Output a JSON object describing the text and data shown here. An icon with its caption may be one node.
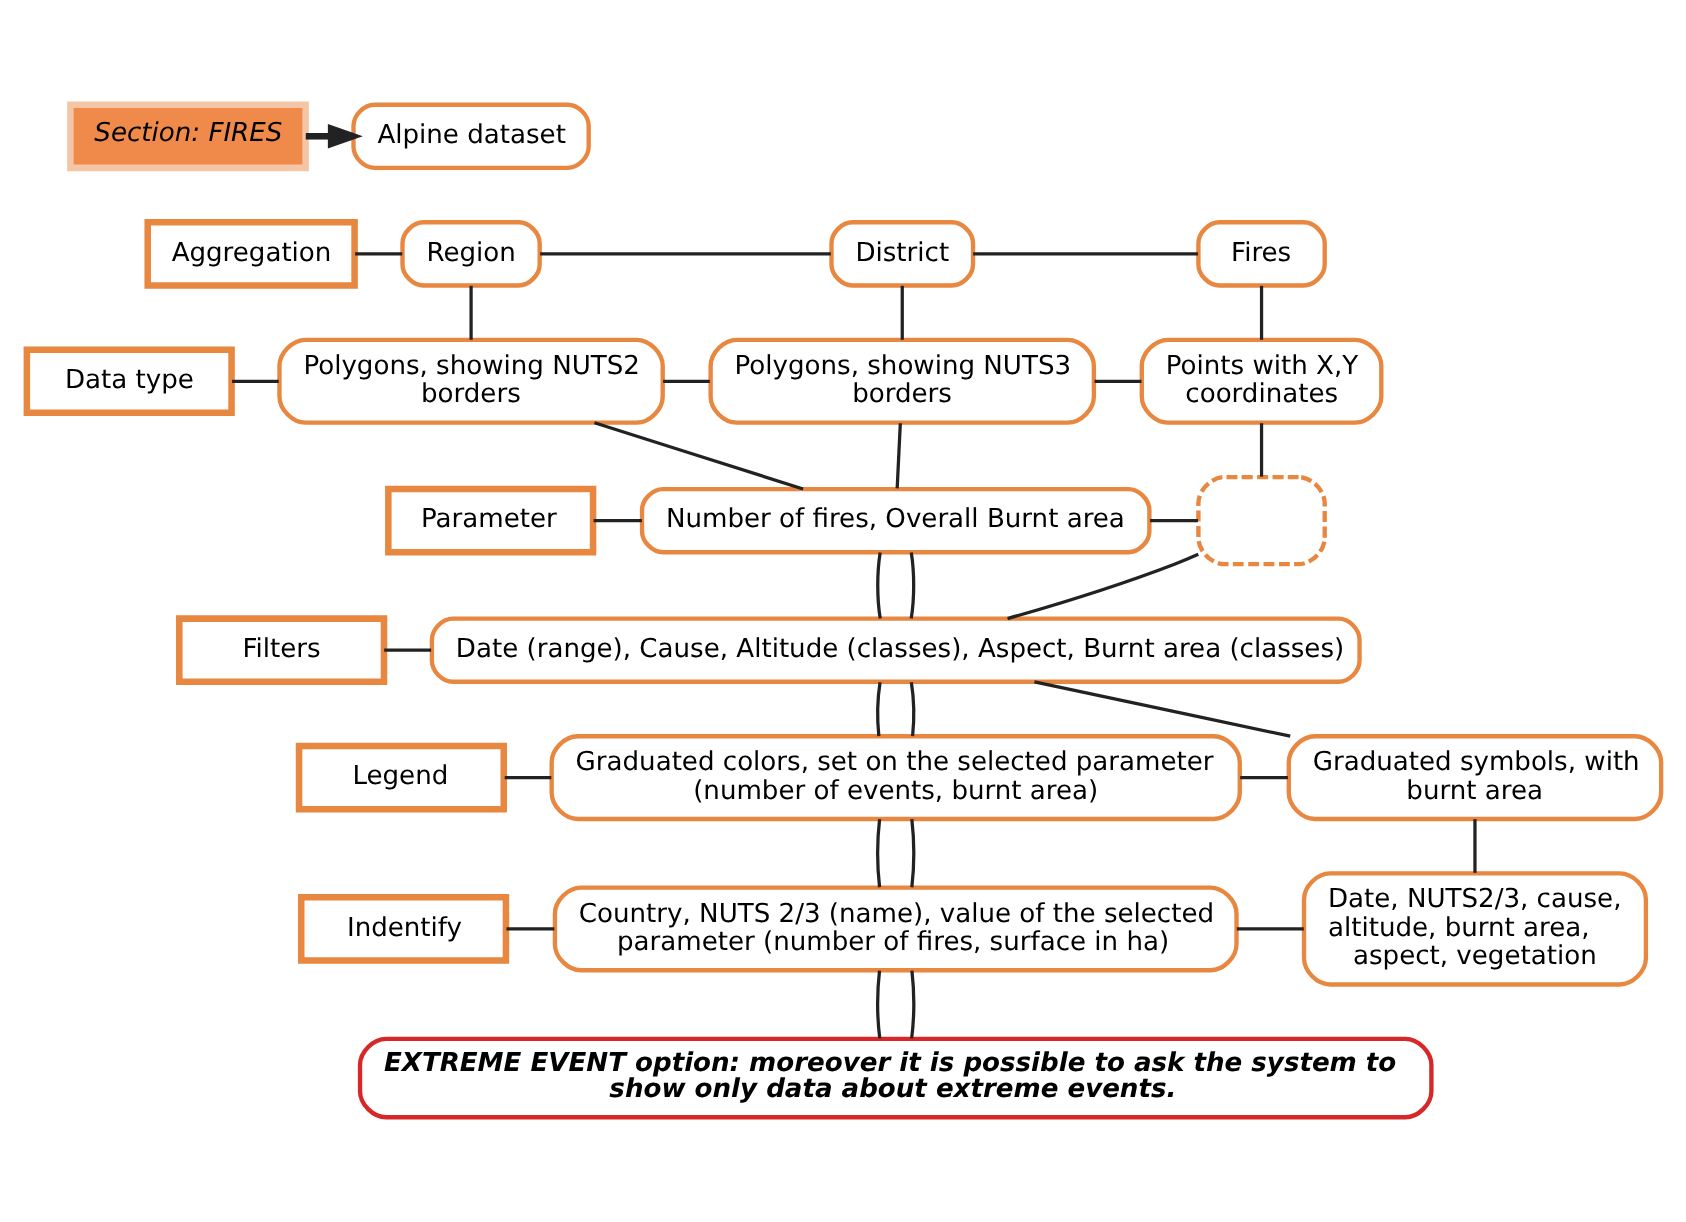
{
  "diagram": {
    "nodes": [
      {
        "text": [
          "Section: FIRES"
        ]
      },
      {
        "text": [
          "Alpine dataset"
        ]
      },
      {
        "text": [
          "Aggregation"
        ]
      },
      {
        "text": [
          "Region"
        ]
      },
      {
        "text": [
          "District"
        ]
      },
      {
        "text": [
          "Fires"
        ]
      },
      {
        "text": [
          "Data type"
        ]
      },
      {
        "text": [
          "Polygons, showing NUTS2 borders"
        ]
      },
      {
        "text": [
          "Polygons, showing NUTS3 borders"
        ]
      },
      {
        "text": [
          "Points with X,Y coordinates"
        ]
      },
      {
        "text": [
          "Parameter"
        ]
      },
      {
        "text": [
          "Number of fires, Overall Burnt area"
        ]
      },
      {
        "text": [],
        "shape": "box"
      },
      {
        "text": [
          "Filters"
        ]
      },
      {
        "text": [
          "Date (range), Cause, Altitude (classes), Aspect, Burnt area (classes)"
        ]
      },
      {
        "text": [
          "Legend"
        ]
      },
      {
        "text": [
          "Graduated colors, set on the selected parameter (number of events, burnt area)"
        ]
      },
      {
        "text": [
          "Graduated symbols, with burnt area"
        ]
      },
      {
        "text": [
          "Indentify"
        ]
      },
      {
        "text": [
          "Country, NUTS 2/3 (name), value of the selected parameter (number of fires, surface in ha)"
        ]
      },
      {
        "text": [
          "Date, NUTS2/3, cause, altitude, burnt area, aspect, vegetation"
        ]
      },
      {
        "text": [
          "EXTREME EVENT option: moreover it is possible to ask the system to show only data about extreme events."
        ]
      }
    ],
    "edges": [
      {
        "from": 0,
        "to": 1,
        "arrow": "to",
        "style": "thick"
      },
      {
        "from": 2,
        "to": 3,
        "arrow": "none"
      },
      {
        "from": 3,
        "to": 4,
        "arrow": "none"
      },
      {
        "from": 4,
        "to": 5,
        "arrow": "none"
      },
      {
        "from": 3,
        "to": 7,
        "arrow": "none"
      },
      {
        "from": 4,
        "to": 8,
        "arrow": "none"
      },
      {
        "from": 5,
        "to": 9,
        "arrow": "none"
      },
      {
        "from": 6,
        "to": 7,
        "arrow": "none"
      },
      {
        "from": 7,
        "to": 8,
        "arrow": "none"
      },
      {
        "from": 8,
        "to": 9,
        "arrow": "none"
      },
      {
        "from": 7,
        "to": 11,
        "arrow": "none"
      },
      {
        "from": 8,
        "to": 11,
        "arrow": "none"
      },
      {
        "from": 9,
        "to": 12,
        "arrow": "none"
      },
      {
        "from": 10,
        "to": 11,
        "arrow": "none"
      },
      {
        "from": 11,
        "to": 12,
        "arrow": "none"
      },
      {
        "from": 11,
        "to": 14,
        "arrow": "none"
      },
      {
        "from": 11,
        "to": 14,
        "arrow": "none"
      },
      {
        "from": 12,
        "to": 14,
        "arrow": "none"
      },
      {
        "from": 13,
        "to": 14,
        "arrow": "none"
      },
      {
        "from": 14,
        "to": 16,
        "arrow": "none"
      },
      {
        "from": 14,
        "to": 16,
        "arrow": "none"
      },
      {
        "from": 14,
        "to": 17,
        "arrow": "none"
      },
      {
        "from": 15,
        "to": 16,
        "arrow": "none"
      },
      {
        "from": 16,
        "to": 17,
        "arrow": "none"
      },
      {
        "from": 16,
        "to": 19,
        "arrow": "none"
      },
      {
        "from": 16,
        "to": 19,
        "arrow": "none"
      },
      {
        "from": 17,
        "to": 20,
        "arrow": "none"
      },
      {
        "from": 18,
        "to": 19,
        "arrow": "none"
      },
      {
        "from": 19,
        "to": 20,
        "arrow": "none"
      },
      {
        "from": 19,
        "to": 21,
        "arrow": "none"
      },
      {
        "from": 19,
        "to": 21,
        "arrow": "none"
      }
    ]
  }
}
